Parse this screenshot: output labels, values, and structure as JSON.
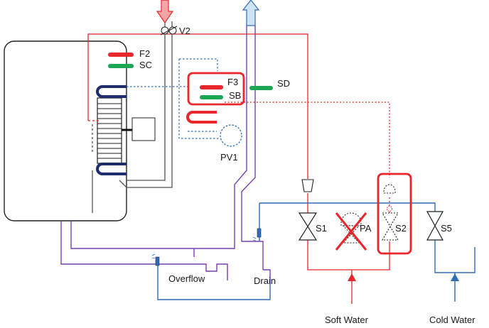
{
  "labels": {
    "v2": "V2",
    "f2": "F2",
    "sc": "SC",
    "f3": "F3",
    "sb": "SB",
    "sd": "SD",
    "pv1": "PV1",
    "s1": "S1",
    "pa": "PA",
    "s2": "S2",
    "s5": "S5",
    "overflow": "Overflow",
    "drain": "Drain",
    "soft_water": "Soft Water",
    "cold_water": "Cold Water"
  },
  "colors": {
    "red": "#e8262b",
    "green": "#1aa655",
    "navy": "#1f2d6b",
    "blue": "#2f6db5",
    "purple": "#7a3fb0",
    "gray": "#555555",
    "dark": "#222222",
    "arrow_down_fill": "#f4a6a6",
    "arrow_up_fill": "#cfe3f5"
  },
  "icons": {
    "inlet": "down-arrow-icon",
    "outlet": "up-arrow-icon",
    "valve": "bowtie-valve-icon",
    "pump": "circle-pump-icon",
    "pressure": "dome-actuator-icon"
  }
}
